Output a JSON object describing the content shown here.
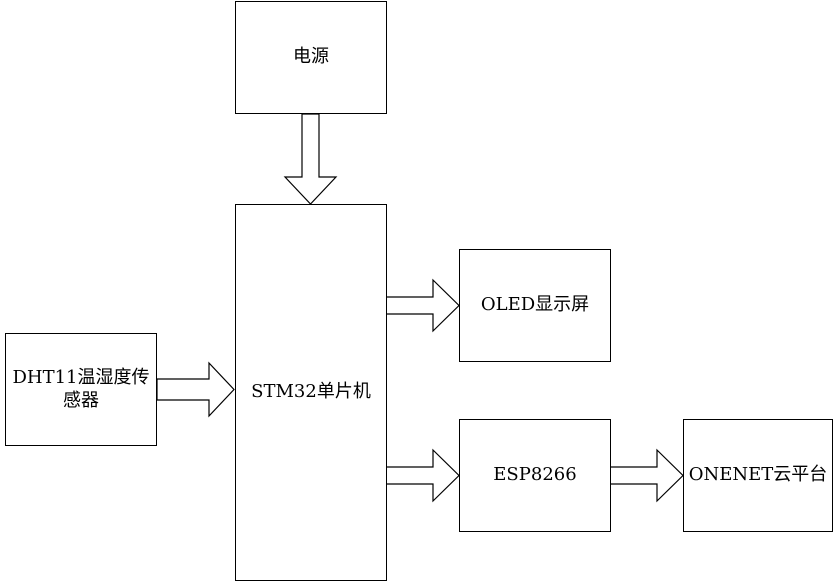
{
  "blocks": {
    "power": "电源",
    "mcu": "STM32单片机",
    "oled": "OLED显示屏",
    "dht11_line1": "DHT11温湿度传",
    "dht11_line2": "感器",
    "esp8266": "ESP8266",
    "onenet": "ONENET云平台"
  }
}
